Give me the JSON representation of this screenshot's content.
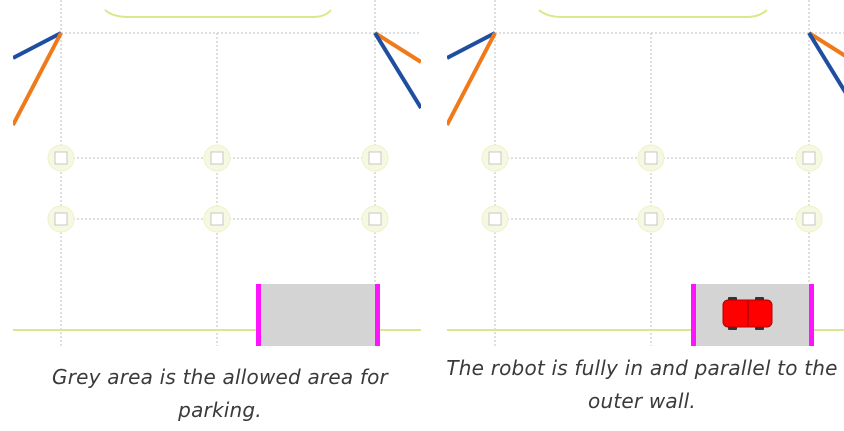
{
  "colors": {
    "grid_dotted": "#bfbfbf",
    "border_line": "#d9e88a",
    "node_glow": "#f2f4d6",
    "node_square": "#c7c7c7",
    "parking_area": "#d4d4d4",
    "parking_edge": "#ff14ff",
    "line_blue": "#1f4ea1",
    "line_orange": "#f07a1a",
    "robot": "#ff0000",
    "robot_wheels": "#333333"
  },
  "panels": [
    {
      "id": "left",
      "shows_robot": false
    },
    {
      "id": "right",
      "shows_robot": true
    }
  ],
  "captions": {
    "left": "Grey area is the allowed area for parking.",
    "right": "The robot is fully in and parallel to the outer wall."
  }
}
